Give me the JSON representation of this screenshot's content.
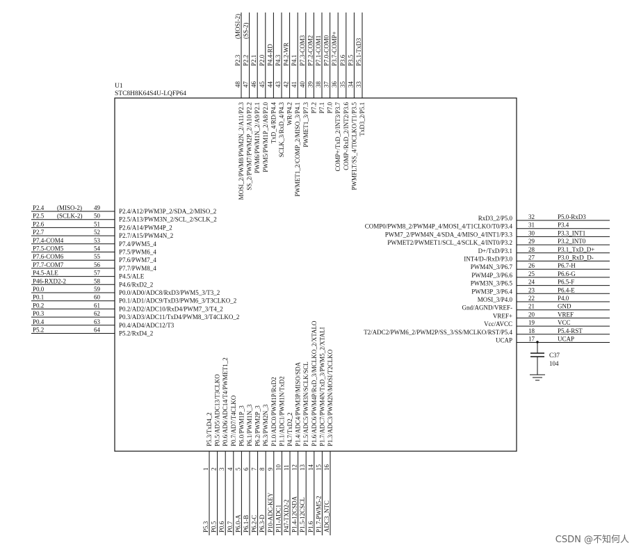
{
  "component": {
    "ref": "U1",
    "part": "STC8H8K64S4U-LQFP64"
  },
  "left_pins": [
    {
      "num": "49",
      "func": "P2.4/A12/PWM3P_2/SDA_2/MISO_2",
      "net": "P2.4",
      "note": "(MISO-2)"
    },
    {
      "num": "50",
      "func": "P2.5/A13/PWM3N_2/SCL_2/SCLK_2",
      "net": "P2.5",
      "note": "(SCLK-2)"
    },
    {
      "num": "51",
      "func": "P2.6/A14/PWM4P_2",
      "net": "P2.6",
      "note": ""
    },
    {
      "num": "52",
      "func": "P2.7/A15/PWM4N_2",
      "net": "P2.7",
      "note": ""
    },
    {
      "num": "53",
      "func": "P7.4/PWM5_4",
      "net": "P7.4-COM4",
      "note": ""
    },
    {
      "num": "54",
      "func": "P7.5/PWM6_4",
      "net": "P7.5-COM5",
      "note": ""
    },
    {
      "num": "55",
      "func": "P7.6/PWM7_4",
      "net": "P7.6-COM6",
      "note": ""
    },
    {
      "num": "56",
      "func": "P7.7/PWM8_4",
      "net": "P7.7-COM7",
      "note": ""
    },
    {
      "num": "57",
      "func": "P4.5/ALE",
      "net": "P4.5-ALE",
      "note": ""
    },
    {
      "num": "58",
      "func": "P4.6/RxD2_2",
      "net": "P46-RXD2-2",
      "note": ""
    },
    {
      "num": "59",
      "func": "P0.0/AD0/ADC8/RxD3/PWM5_3/T3_2",
      "net": "P0.0",
      "note": ""
    },
    {
      "num": "60",
      "func": "P0.1/AD1/ADC9/TxD3/PWM6_3/T3CLKO_2",
      "net": "P0.1",
      "note": ""
    },
    {
      "num": "61",
      "func": "P0.2/AD2/ADC10/RxD4/PWM7_3/T4_2",
      "net": "P0.2",
      "note": ""
    },
    {
      "num": "62",
      "func": "P0.3/AD3/ADC11/TxD4/PWM8_3/T4CLKO_2",
      "net": "P0.3",
      "note": ""
    },
    {
      "num": "63",
      "func": "P0.4/AD4/ADC12/T3",
      "net": "P0.4",
      "note": ""
    },
    {
      "num": "64",
      "func": "P5.2/RxD4_2",
      "net": "P5.2",
      "note": ""
    }
  ],
  "right_pins": [
    {
      "num": "32",
      "func": "RxD3_2/P5.0",
      "net": "P5.0-RxD3"
    },
    {
      "num": "31",
      "func": "COMP0/PWM8_2/PWM4P_4/MOSI_4/T1CLKO/T0/P3.4",
      "net": "P3.4"
    },
    {
      "num": "30",
      "func": "PWM7_2/PWM4N_4/SDA_4/MISO_4/INT1/P3.3",
      "net": "P3.3_INT1"
    },
    {
      "num": "29",
      "func": "PWMET2/PWMET1/SCL_4/SCLK_4/INT0/P3.2",
      "net": "P3.2_INT0"
    },
    {
      "num": "28",
      "func": "D+/TxD/P3.1",
      "net": "P3.1_TxD_D+"
    },
    {
      "num": "27",
      "func": "INT4/D-/RxD/P3.0",
      "net": "P3.0_RxD_D-"
    },
    {
      "num": "26",
      "func": "PWM4N_3/P6.7",
      "net": "P6.7-H"
    },
    {
      "num": "25",
      "func": "PWM4P_3/P6.6",
      "net": "P6.6-G"
    },
    {
      "num": "24",
      "func": "PWM3N_3/P6.5",
      "net": "P6.5-F"
    },
    {
      "num": "23",
      "func": "PWM3P_3/P6.4",
      "net": "P6.4-E"
    },
    {
      "num": "22",
      "func": "MOSI_3/P4.0",
      "net": "P4.0"
    },
    {
      "num": "21",
      "func": "Gnd/AGND/VREF-",
      "net": "GND"
    },
    {
      "num": "20",
      "func": "VREF+",
      "net": "VREF"
    },
    {
      "num": "19",
      "func": "Vcc/AVCC",
      "net": "VCC"
    },
    {
      "num": "18",
      "func": "T2/ADC2/PWM6_2/PWM2P/SS_3/SS/MCLKO/RST/P5.4",
      "net": "P5.4-RST"
    },
    {
      "num": "17",
      "func": "UCAP",
      "net": "UCAP"
    }
  ],
  "top_pins": [
    {
      "num": "48",
      "func": "MOSI_2/PWM8/PWM2N_2/A11/P2.3",
      "net": "P2.3",
      "note": "(MOSI-2)"
    },
    {
      "num": "47",
      "func": "SS_2/PWM7/PWM2P_2/A10/P2.2",
      "net": "P2.2",
      "note": "(SS-2)"
    },
    {
      "num": "46",
      "func": "PWM6/PWM1N_2/A9/P2.1",
      "net": "P2.1",
      "note": ""
    },
    {
      "num": "45",
      "func": "PWM5/PWM1P_2/A8/P2.0",
      "net": "P2.0",
      "note": ""
    },
    {
      "num": "44",
      "func": "TxD_4/RD/P4.4",
      "net": "P4.4-RD",
      "note": ""
    },
    {
      "num": "43",
      "func": "SCLK_3/RxD_4/P4.3",
      "net": "P4.3",
      "note": ""
    },
    {
      "num": "42",
      "func": "WR/P4.2",
      "net": "P4.2-WR",
      "note": ""
    },
    {
      "num": "41",
      "func": "PWMET1_2/COMP_2/MISO_3/P4.1",
      "net": "P4.1",
      "note": ""
    },
    {
      "num": "40",
      "func": "PWMET1_3/P7.3",
      "net": "P7.3-COM3",
      "note": ""
    },
    {
      "num": "39",
      "func": "P7.2",
      "net": "P7.2-COM2",
      "note": ""
    },
    {
      "num": "38",
      "func": "P7.1",
      "net": "P7.1-COM1",
      "note": ""
    },
    {
      "num": "37",
      "func": "P7.0",
      "net": "P7.0-COM0",
      "note": ""
    },
    {
      "num": "36",
      "func": "COMP+/TxD_2/INT3/P3.7",
      "net": "P3.7-COMP+",
      "note": ""
    },
    {
      "num": "35",
      "func": "COMP-/RxD_2/INT2/P3.6",
      "net": "P3.6",
      "note": ""
    },
    {
      "num": "34",
      "func": "PWMFLT/SS_4/T0CLKO/T1/P3.5",
      "net": "P3.5",
      "note": ""
    },
    {
      "num": "33",
      "func": "TxD3_2/P5.1",
      "net": "P5.1-TxD3",
      "note": ""
    }
  ],
  "bottom_pins": [
    {
      "num": "1",
      "func": "P5.3/TxD4_2",
      "net": "P5.3"
    },
    {
      "num": "2",
      "func": "P0.5/AD5/ADC13/T3CLKO",
      "net": "P0.5"
    },
    {
      "num": "3",
      "func": "P0.6/AD6/ADC14/T4/PWMET1_2",
      "net": "P0.6"
    },
    {
      "num": "4",
      "func": "P0.7/AD7/T4CLKO",
      "net": "P0.7"
    },
    {
      "num": "5",
      "func": "P6.0/PWM1P_3",
      "net": "P6.0-A"
    },
    {
      "num": "6",
      "func": "P6.1/PWM1N_3",
      "net": "P6.1-B"
    },
    {
      "num": "7",
      "func": "P6.2/PWM2P_3",
      "net": "P6.2-C"
    },
    {
      "num": "8",
      "func": "P6.3/PWM2N_3",
      "net": "P6.3-D"
    },
    {
      "num": "9",
      "func": "P1.0/ADC0/PWM1P/RxD2",
      "net": "P10-ADC-KEY"
    },
    {
      "num": "10",
      "func": "P1.1/ADC1/PWM1N/TxD2",
      "net": "P11-ADC1"
    },
    {
      "num": "11",
      "func": "P4.7/TxD2_2",
      "net": "P47-TXD2-2"
    },
    {
      "num": "12",
      "func": "P1.4/ADC4/PWM3P/MISO/SDA",
      "net": "P1.4-12CSDA"
    },
    {
      "num": "13",
      "func": "P1.5/ADC5/PWM3N/SCLK/SCL",
      "net": "P1.5-12CSCL"
    },
    {
      "num": "14",
      "func": "P1.6/ADC6/PWM4P/RxD_3/MCLKO_2/XTALO",
      "net": "P1.6"
    },
    {
      "num": "15",
      "func": "P1.7/ADC7/PWM4N/TxD_3/PWM5_2/XTALI",
      "net": "P1.7-PWM5-2"
    },
    {
      "num": "16",
      "func": "P1.3/ADC3/PWM2N/MOSI/T2CLKO",
      "net": "ADC3_NTC"
    }
  ],
  "capacitor": {
    "ref": "C37",
    "value": "104"
  },
  "watermark": "CSDN @不知何人"
}
